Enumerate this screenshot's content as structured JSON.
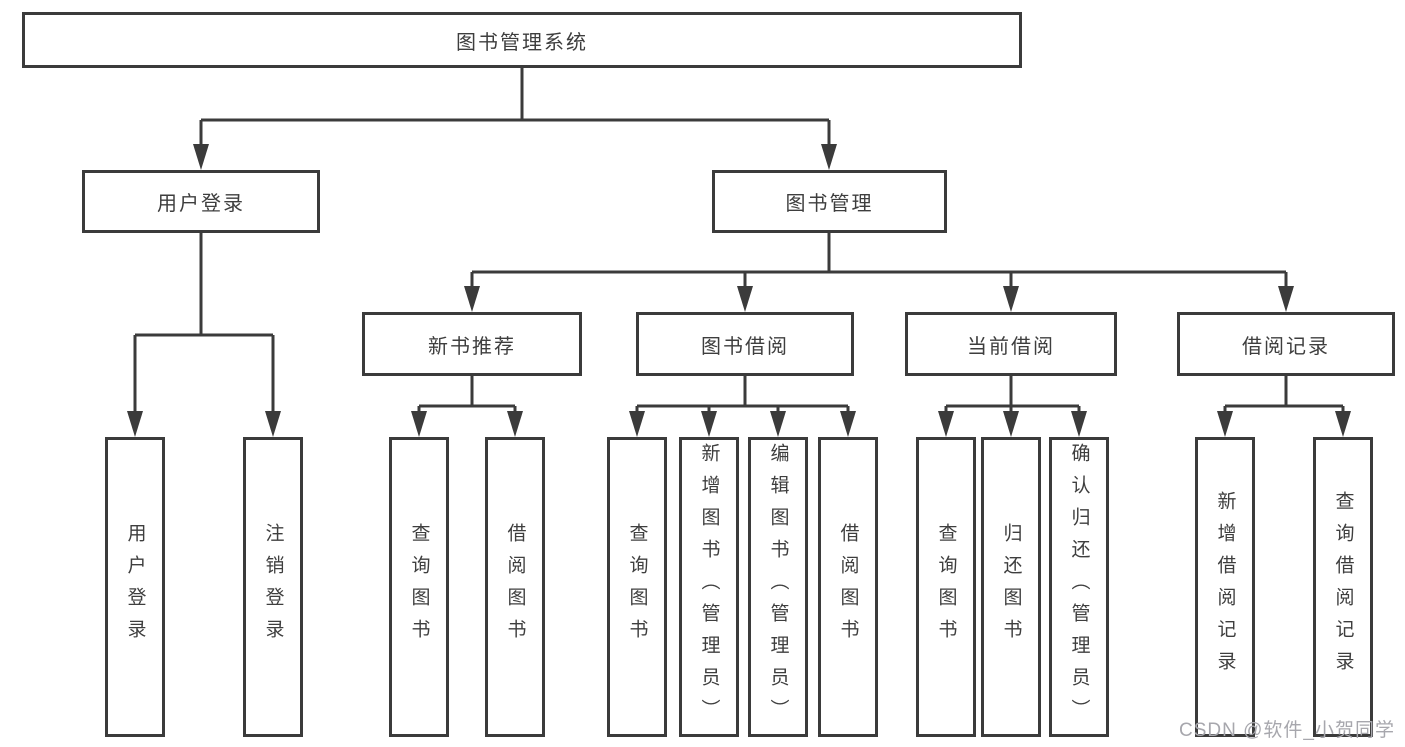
{
  "diagram_title": "图书管理系统",
  "tree": {
    "label": "图书管理系统",
    "children": [
      {
        "label": "用户登录",
        "children": [
          {
            "label": "用户登录"
          },
          {
            "label": "注销登录"
          }
        ]
      },
      {
        "label": "图书管理",
        "children": [
          {
            "label": "新书推荐",
            "children": [
              {
                "label": "查询图书"
              },
              {
                "label": "借阅图书"
              }
            ]
          },
          {
            "label": "图书借阅",
            "children": [
              {
                "label": "查询图书"
              },
              {
                "label": "新增图书（管理员）"
              },
              {
                "label": "编辑图书（管理员）"
              },
              {
                "label": "借阅图书"
              }
            ]
          },
          {
            "label": "当前借阅",
            "children": [
              {
                "label": "查询图书"
              },
              {
                "label": "归还图书"
              },
              {
                "label": "确认归还（管理员）"
              }
            ]
          },
          {
            "label": "借阅记录",
            "children": [
              {
                "label": "新增借阅记录"
              },
              {
                "label": "查询借阅记录"
              }
            ]
          }
        ]
      }
    ]
  },
  "watermark": {
    "text": "CSDN @软件_小贺同学"
  },
  "colors": {
    "line": "#3b3b3b",
    "box_border": "#3b3b3b",
    "text": "#3e3e3e",
    "watermark": "#a7a7ad",
    "background": "#ffffff"
  }
}
